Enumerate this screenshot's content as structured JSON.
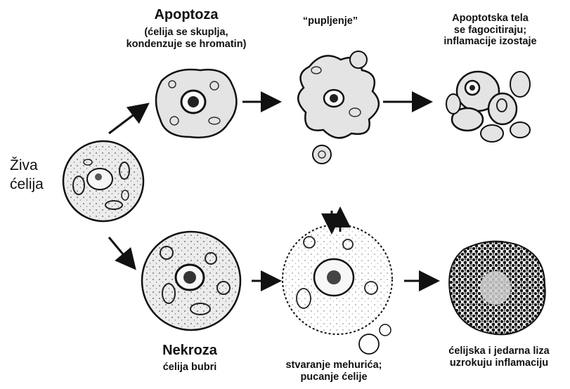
{
  "start": {
    "line1": "Živa",
    "line2": "ćelija"
  },
  "apoptosis": {
    "title": "Apoptoza",
    "note1": "(ćelija se skuplja,",
    "note2": "kondenzuje se hromatin)",
    "stage2": "“pupljenje”",
    "stage3_line1": "Apoptotska tela",
    "stage3_line2": "se fagocitiraju;",
    "stage3_line3": "inflamacije izostaje"
  },
  "necrosis": {
    "title": "Nekroza",
    "note": "ćelija bubri",
    "stage2_line1": "stvaranje mehurića;",
    "stage2_line2": "pucanje ćelije",
    "stage3_line1": "ćelijska i jedarna liza",
    "stage3_line2": "uzrokuju inflamaciju"
  },
  "colors": {
    "ink": "#111111",
    "cell_fill": "#e9e9e9",
    "dark": "#1a1a1a"
  }
}
